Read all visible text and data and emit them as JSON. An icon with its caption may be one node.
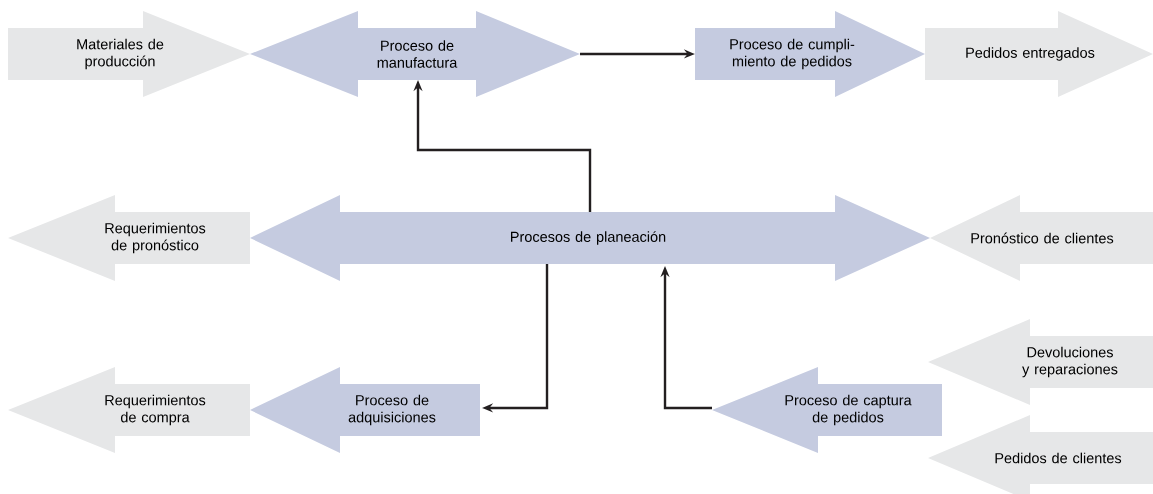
{
  "diagram": {
    "nodes": [
      {
        "text": [
          "Materiales de producción"
        ]
      },
      {
        "text": [
          "Proceso de manufactura"
        ]
      },
      {
        "text": [
          "Proceso de cumpli- miento de pedidos"
        ]
      },
      {
        "text": [
          "Pedidos entregados"
        ]
      },
      {
        "text": [
          "Requerimientos de pronóstico"
        ]
      },
      {
        "text": [
          "Procesos de planeación"
        ]
      },
      {
        "text": [
          "Pronóstico de clientes"
        ]
      },
      {
        "text": [
          "Devoluciones y reparaciones"
        ]
      },
      {
        "text": [
          "Requerimientos de compra"
        ]
      },
      {
        "text": [
          "Proceso de adquisiciones"
        ]
      },
      {
        "text": [
          "Proceso de captura de pedidos"
        ]
      },
      {
        "text": [
          "Pedidos de clientes"
        ]
      }
    ],
    "edges": [
      {
        "from": 1,
        "to": 2,
        "arrow": "to"
      },
      {
        "from": 5,
        "to": 1,
        "arrow": "to"
      },
      {
        "from": 5,
        "to": 9,
        "arrow": "to"
      },
      {
        "from": 10,
        "to": 5,
        "arrow": "to"
      }
    ]
  }
}
